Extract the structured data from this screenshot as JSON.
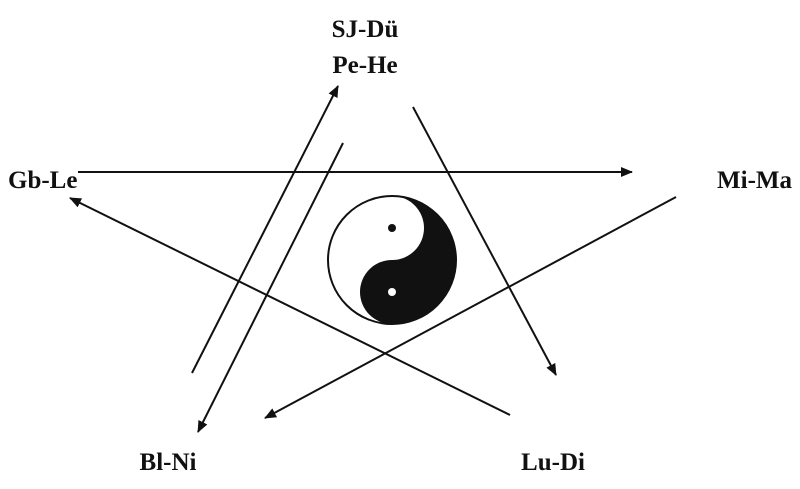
{
  "nodes": {
    "top_line1": "SJ-Dü",
    "top_line2": "Pe-He",
    "left": "Gb-Le",
    "right": "Mi-Ma",
    "bottom_left": "Bl-Ni",
    "bottom_right": "Lu-Di"
  },
  "center_symbol": "yin-yang-icon",
  "colors": {
    "ink": "#111111",
    "background": "#ffffff"
  }
}
